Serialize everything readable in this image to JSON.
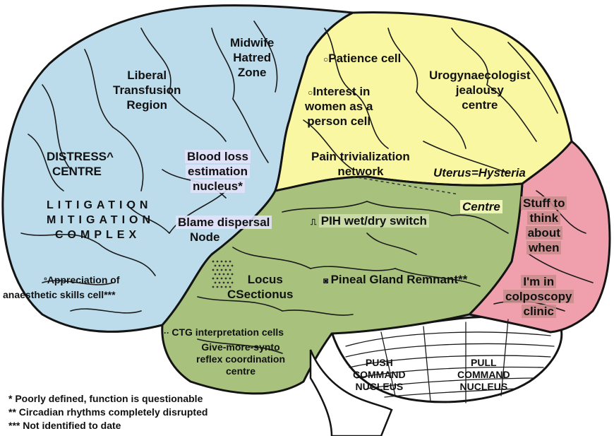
{
  "colors": {
    "frontal": "#bcdcec",
    "parietal": "#f9f7a2",
    "temporal": "#a8c27e",
    "occipital": "#f0a0ac",
    "cerebellum": "#ffffff",
    "outline": "#141414"
  },
  "labels": {
    "midwife": [
      "Midwife",
      "Hatred",
      "Zone"
    ],
    "liberal": [
      "Liberal",
      "Transfusion",
      "Region"
    ],
    "patience": "Patience cell",
    "urogyn": [
      "Urogynaecologist",
      "jealousy",
      "centre"
    ],
    "interest": [
      "Interest in",
      "women as a",
      "person cell"
    ],
    "distress": [
      "DISTRESS^",
      "CENTRE"
    ],
    "bloodloss": [
      "Blood loss",
      "estimation",
      "nucleus*"
    ],
    "pain": [
      "Pain trivialization",
      "network"
    ],
    "uterus": "Uterus=Hysteria",
    "centre": "Centre",
    "litigation": [
      "LITIGATION",
      "MITIGATION",
      "COMPLEX"
    ],
    "blame": [
      "Blame dispersal",
      "Node"
    ],
    "pih": "PIH wet/dry switch",
    "stuff": [
      "Stuff to",
      "think",
      "about",
      "when"
    ],
    "appreciation": [
      "Appreciation of",
      "anaesthetic skills cell***"
    ],
    "locus": [
      "Locus",
      "CSectionus"
    ],
    "pineal": "Pineal Gland Remnant**",
    "colpo": [
      "I'm in",
      "colposcopy",
      "clinic"
    ],
    "ctg": "CTG interpretation cells",
    "givemore": [
      "Give-more-synto",
      "reflex coordination",
      "centre"
    ],
    "push": [
      "PUSH",
      "COMMAND",
      "NUCLEUS"
    ],
    "pull": [
      "PULL",
      "COMMAND",
      "NUCLEUS"
    ]
  },
  "footnotes": [
    "* Poorly defined, function is questionable",
    "** Circadian rhythms completely disrupted",
    "*** Not identified to date"
  ]
}
